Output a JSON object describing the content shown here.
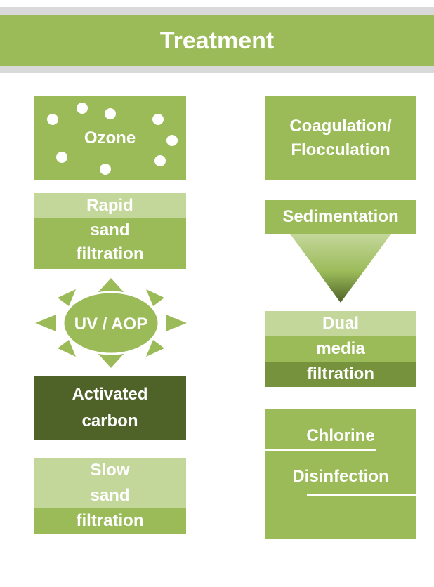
{
  "header": {
    "title": "Treatment"
  },
  "colors": {
    "green": "#9bbb59",
    "light_green": "#c4d79b",
    "mid_green": "#76923c",
    "dark_green": "#4f6228",
    "header_rule": "#d9d9d9",
    "text": "#ffffff"
  },
  "left_column": {
    "ozone": {
      "label": "Ozone"
    },
    "rapid_sand": {
      "line1": "Rapid",
      "line2": "sand",
      "line3": "filtration"
    },
    "uv": {
      "label": "UV / AOP"
    },
    "activated_carbon": {
      "line1": "Activated",
      "line2": "carbon"
    },
    "slow_sand": {
      "line1": "Slow",
      "line2": "sand",
      "line3": "filtration"
    }
  },
  "right_column": {
    "coagulation": {
      "line1": "Coagulation/",
      "line2": "Flocculation"
    },
    "sedimentation": {
      "label": "Sedimentation"
    },
    "dual_media": {
      "line1": "Dual",
      "line2": "media",
      "line3": "filtration"
    },
    "chlorine": {
      "line1": "Chlorine",
      "line2": "Disinfection"
    }
  }
}
